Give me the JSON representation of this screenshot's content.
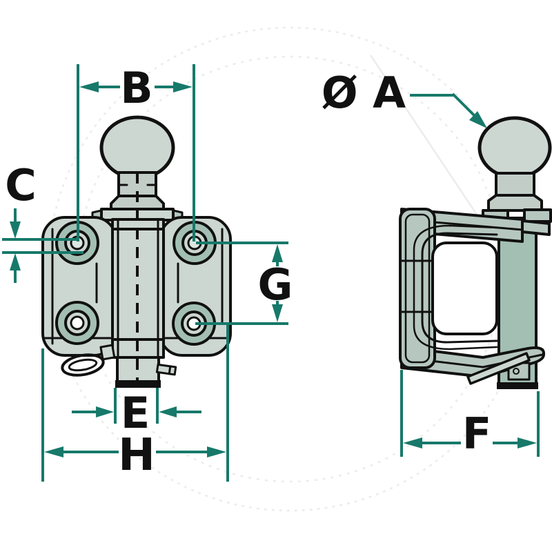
{
  "drawing": {
    "title": "Ball coupling / tow hitch technical drawing, two views",
    "views": [
      {
        "id": "front-view",
        "description": "Front view: ball on neck above bolt-hole body with cotter ring"
      },
      {
        "id": "side-view",
        "description": "Side view: C-bracket profile with vertical bar and cotter pin"
      }
    ],
    "dimension_labels": {
      "b": "B",
      "c": "C",
      "g": "G",
      "e": "E",
      "h": "H",
      "diameter_a": "Ø A",
      "f": "F"
    },
    "colors": {
      "dimension_lines": "#17796a",
      "outline": "#111111",
      "fill_light": "#cdd7d2",
      "fill_mid": "#b6c7c0",
      "fill_dark": "#a3bfb4",
      "background": "#ffffff"
    }
  }
}
